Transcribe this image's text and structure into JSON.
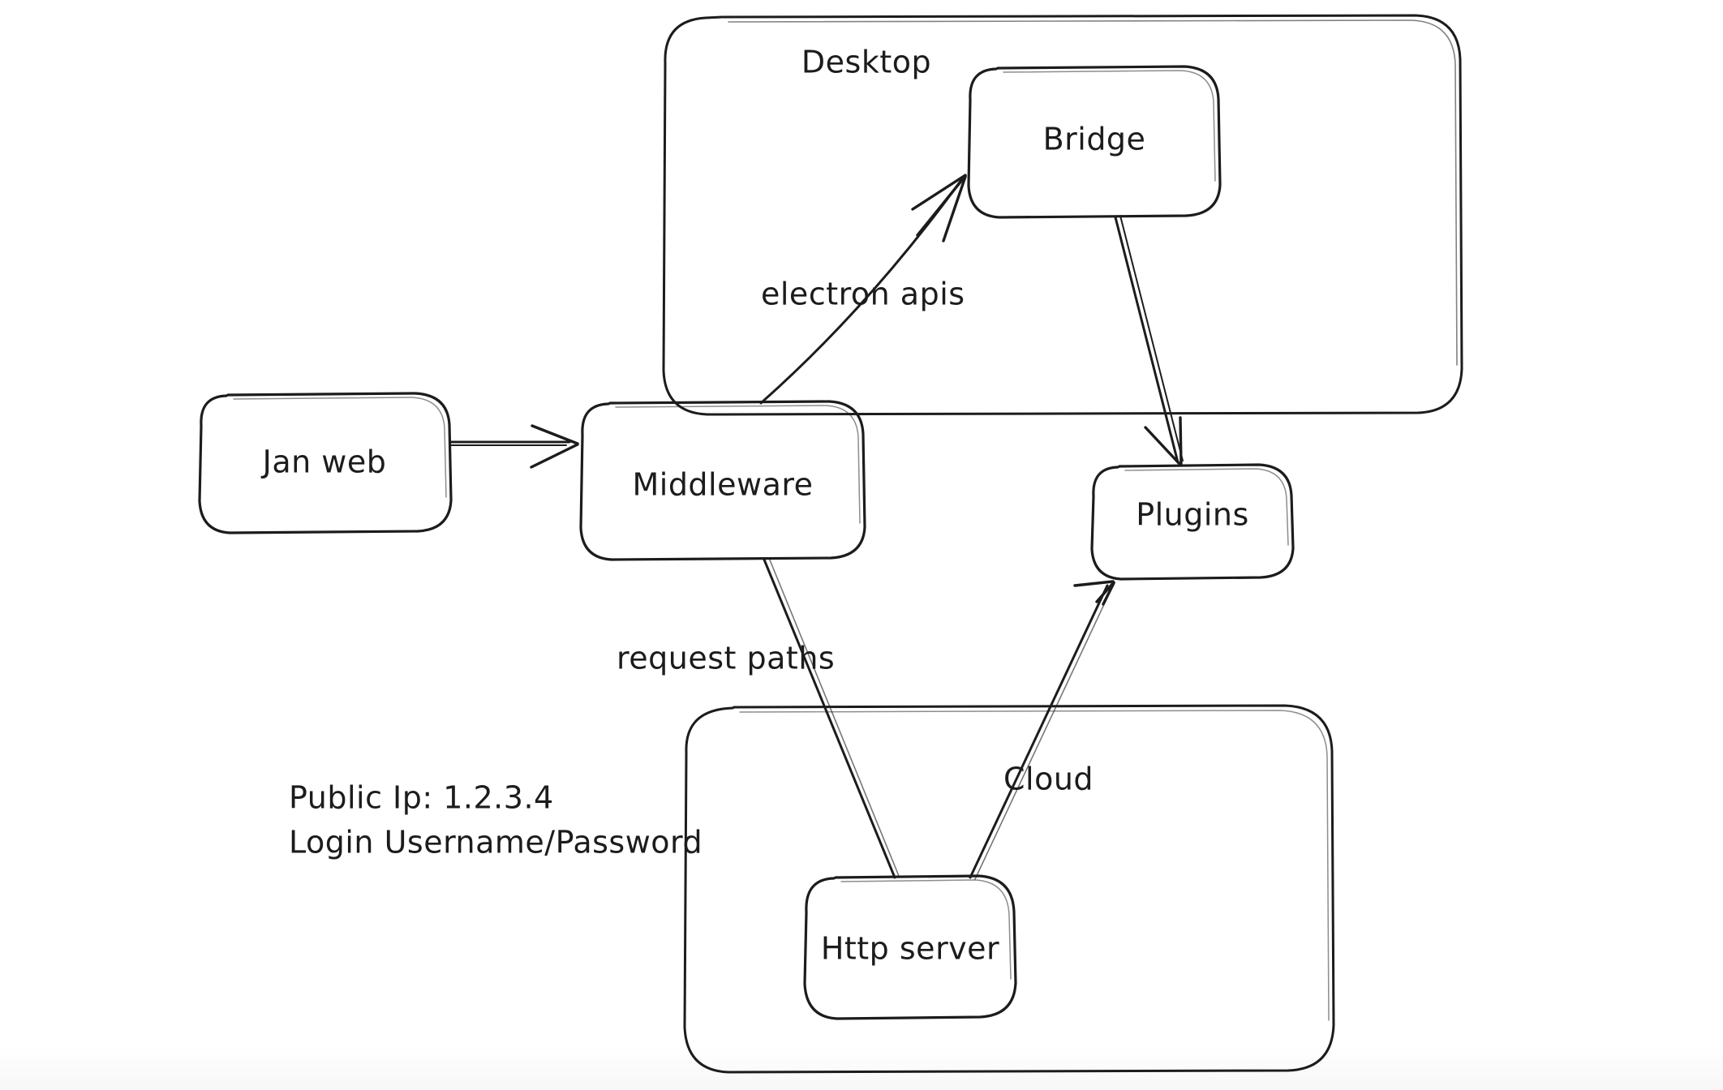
{
  "diagram": {
    "title": "Jan architecture sketch",
    "style": "hand-drawn whiteboard",
    "background_color": "#ffffff",
    "ink_color": "#1c1c1e"
  },
  "groups": [
    {
      "id": "desktop",
      "label": "Desktop"
    },
    {
      "id": "cloud-container",
      "label": ""
    }
  ],
  "nodes": [
    {
      "id": "jan-web",
      "label": "Jan web"
    },
    {
      "id": "middleware",
      "label": "Middleware"
    },
    {
      "id": "bridge",
      "label": "Bridge"
    },
    {
      "id": "plugins",
      "label": "Plugins"
    },
    {
      "id": "http-server",
      "label": "Http server"
    }
  ],
  "edges": [
    {
      "id": "janweb-to-middleware",
      "from": "jan-web",
      "to": "middleware",
      "label": ""
    },
    {
      "id": "middleware-to-bridge",
      "from": "middleware",
      "to": "bridge",
      "label": "electron apis"
    },
    {
      "id": "bridge-to-plugins",
      "from": "bridge",
      "to": "plugins",
      "label": ""
    },
    {
      "id": "middleware-to-http",
      "from": "middleware",
      "to": "http-server",
      "label": "request paths"
    },
    {
      "id": "http-to-plugins",
      "from": "http-server",
      "to": "plugins",
      "label": "Cloud"
    }
  ],
  "notes": {
    "public_ip": "Public Ip: 1.2.3.4",
    "login": "Login Username/Password"
  }
}
